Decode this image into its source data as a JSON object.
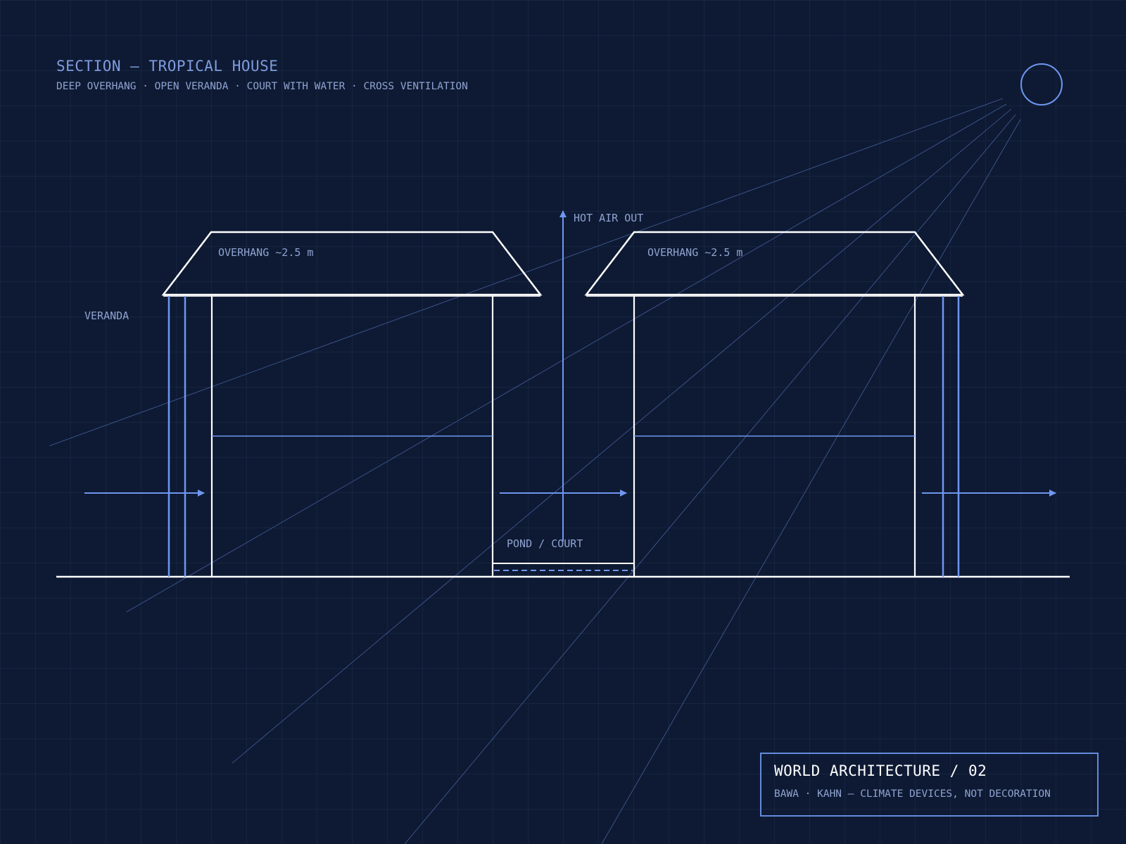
{
  "header": {
    "title": "SECTION — TROPICAL HOUSE",
    "subtitle": "DEEP OVERHANG · OPEN VERANDA · COURT WITH WATER · CROSS VENTILATION"
  },
  "labels": {
    "hot_air_out": "HOT AIR OUT",
    "overhang_left": "OVERHANG ~2.5 m",
    "overhang_right": "OVERHANG ~2.5 m",
    "veranda": "VERANDA",
    "pond_court": "POND / COURT"
  },
  "plate": {
    "title": "WORLD ARCHITECTURE / 02",
    "subtitle": "BAWA · KAHN — CLIMATE DEVICES, NOT DECORATION"
  },
  "colors": {
    "background": "#0e1a33",
    "grid": "#1d2f52",
    "line_white": "#ffffff",
    "accent_blue": "#6f96f0",
    "text_blue": "#7f9ce0",
    "text_muted": "#8fa3d1"
  },
  "icons": {
    "sun": "sun-icon",
    "airflow": "arrow-icon"
  }
}
